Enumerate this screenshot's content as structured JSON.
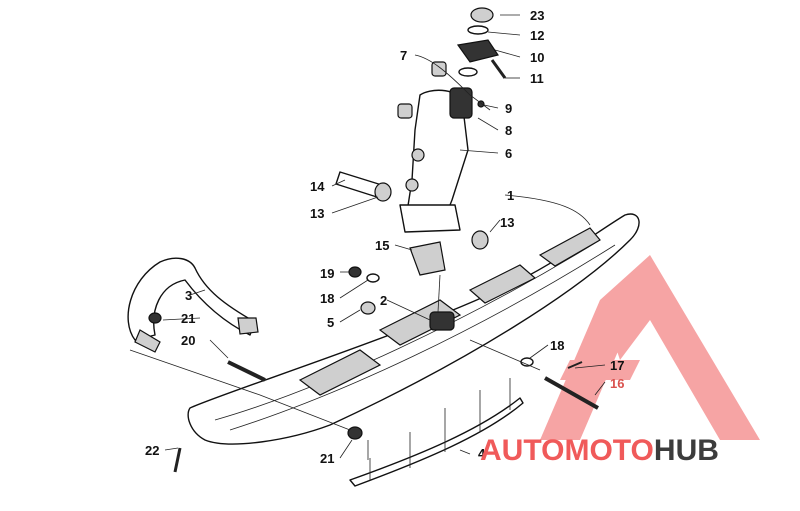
{
  "labels": {
    "l1": "1",
    "l2": "2",
    "l3": "3",
    "l4": "4",
    "l5": "5",
    "l6": "6",
    "l7": "7",
    "l8": "8",
    "l9": "9",
    "l10": "10",
    "l11": "11",
    "l12": "12",
    "l13a": "13",
    "l13b": "13",
    "l14": "14",
    "l15": "15",
    "l16": "16",
    "l17": "17",
    "l18a": "18",
    "l18b": "18",
    "l19": "19",
    "l20": "20",
    "l21a": "21",
    "l21b": "21",
    "l22": "22",
    "l23": "23"
  },
  "watermark": {
    "part1": "AUTO",
    "part2": "MOTO",
    "part3": "HUB",
    "color_red": "#f05a5a",
    "color_dark": "#3c3c3c"
  }
}
